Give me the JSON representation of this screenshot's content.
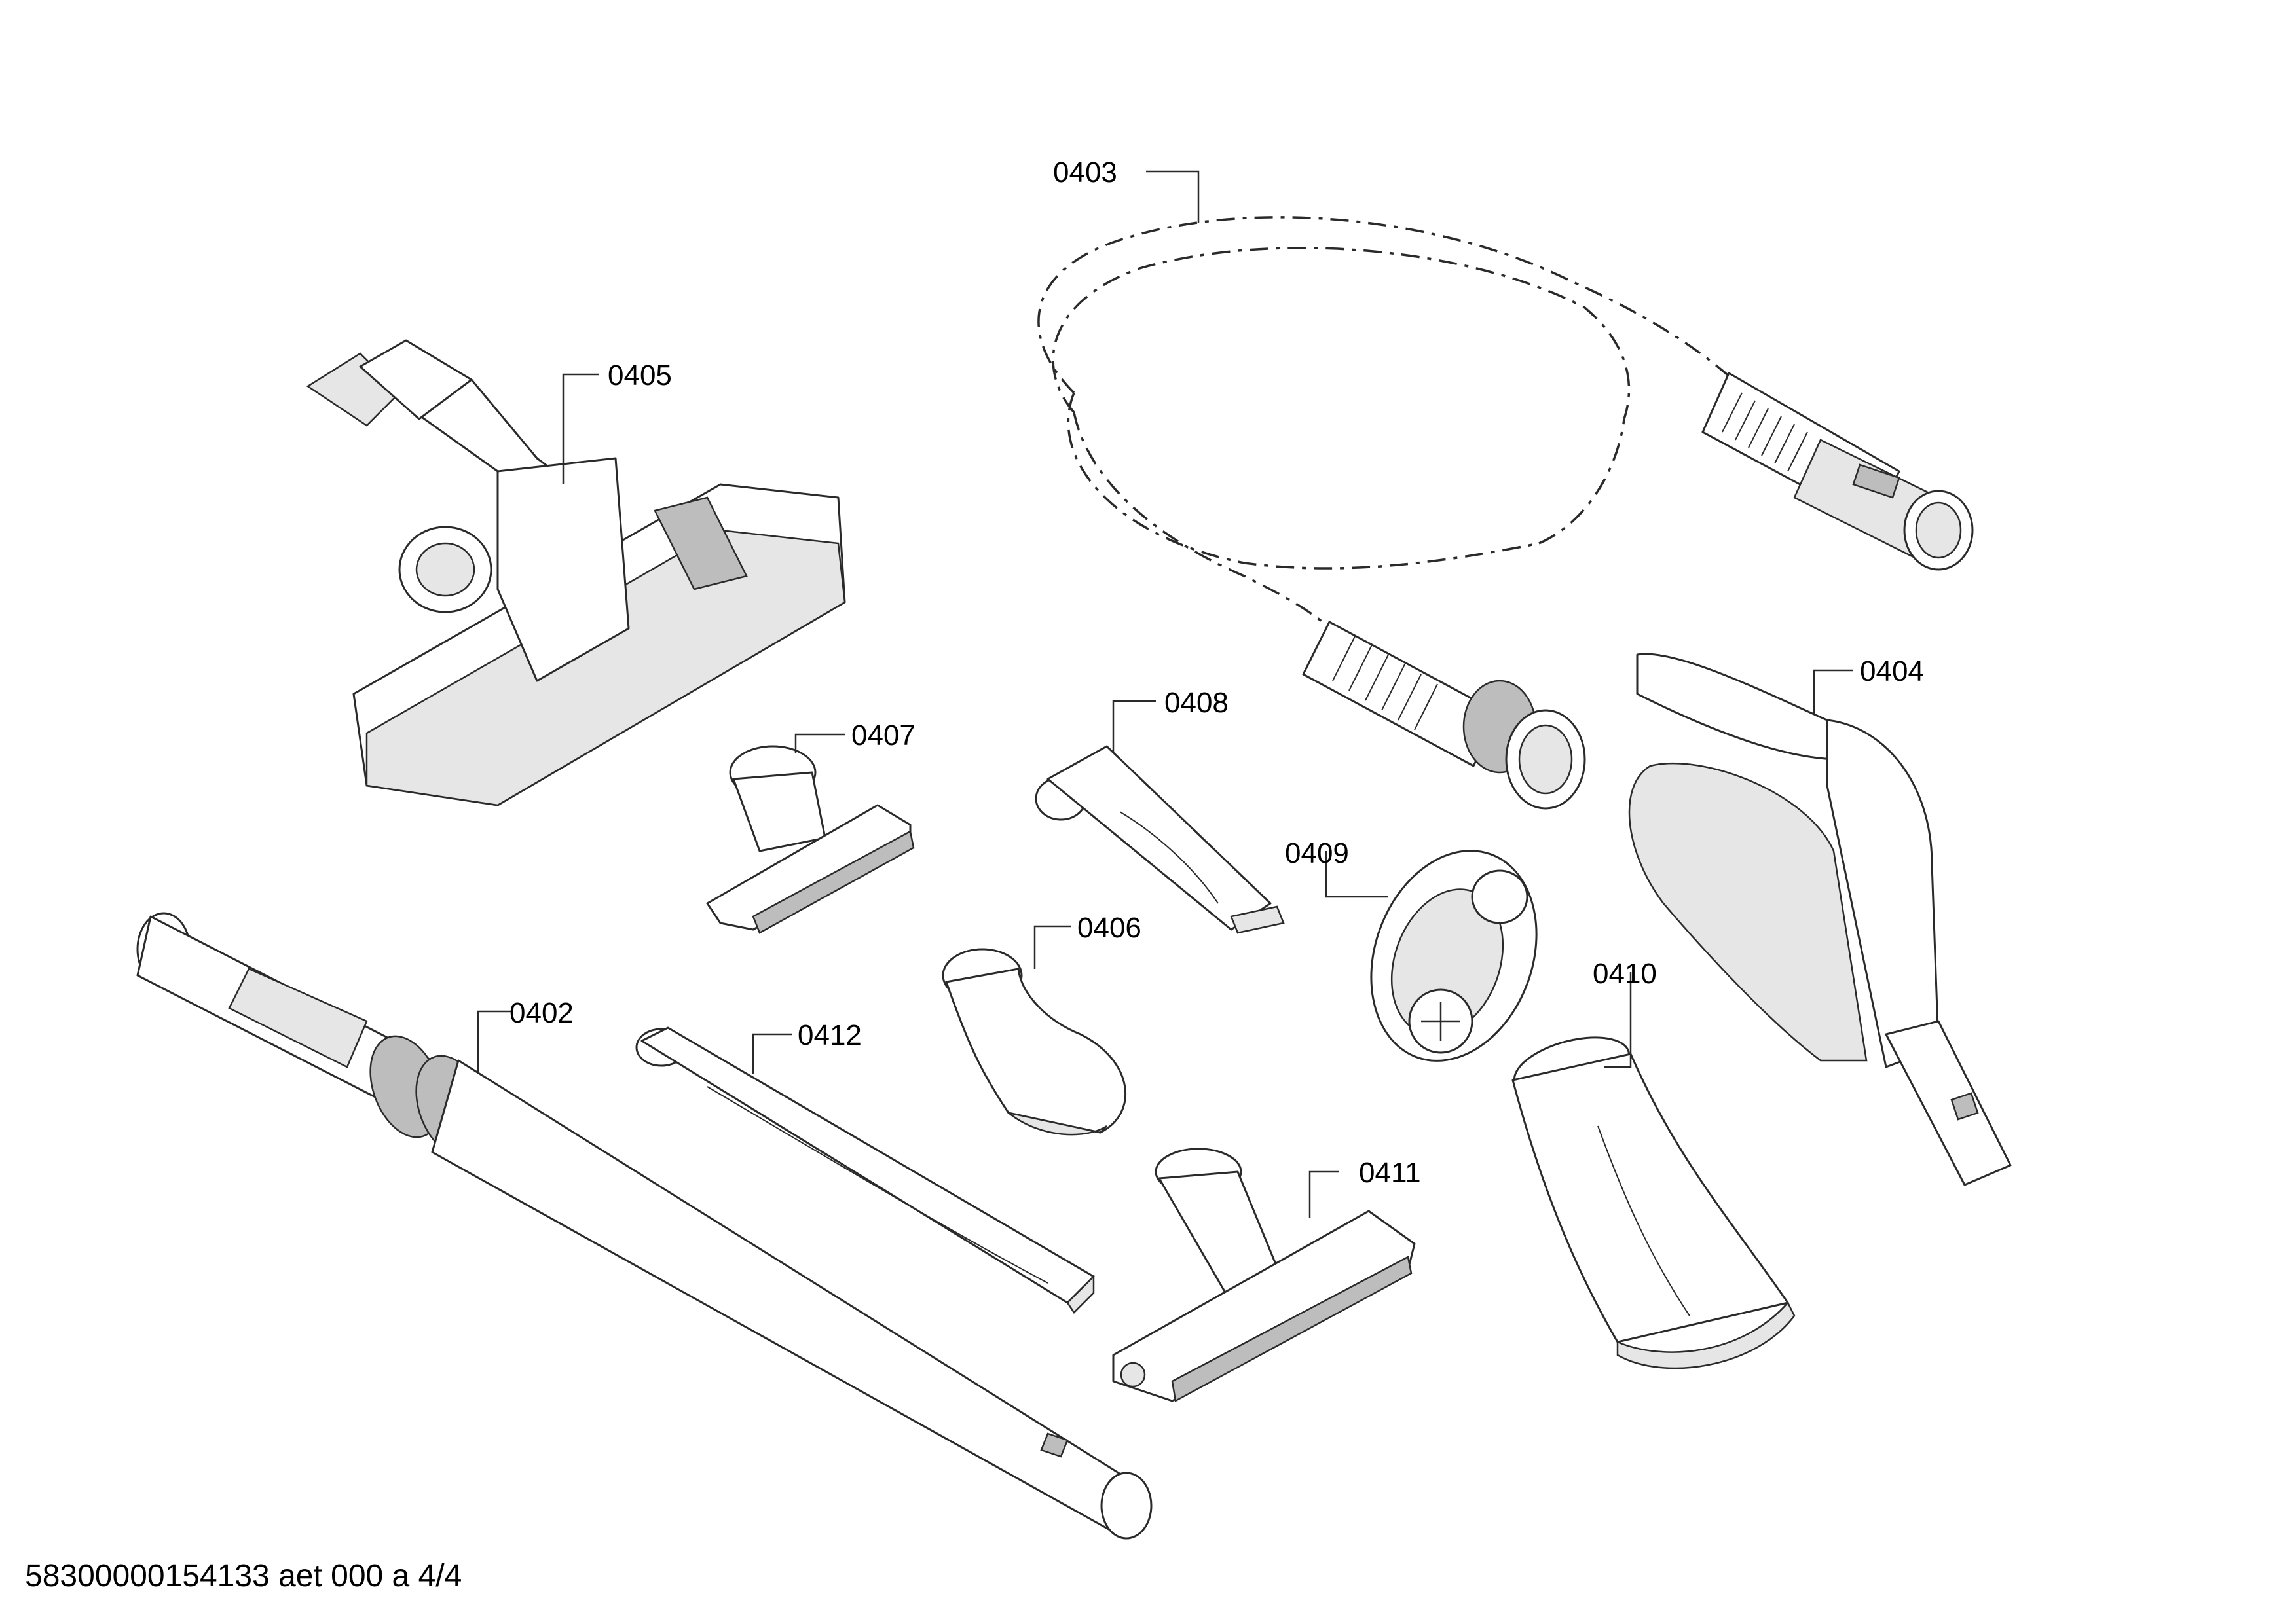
{
  "callouts": {
    "c0402": "0402",
    "c0403": "0403",
    "c0404": "0404",
    "c0405": "0405",
    "c0406": "0406",
    "c0407": "0407",
    "c0408": "0408",
    "c0409": "0409",
    "c0410": "0410",
    "c0411": "0411",
    "c0412": "0412"
  },
  "footer": {
    "doc_code": "58300000154133 aet 000 a 4/4"
  }
}
